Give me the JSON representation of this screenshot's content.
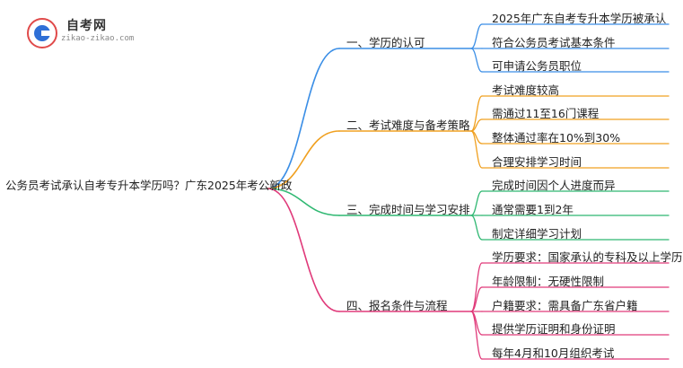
{
  "logo": {
    "title": "自考网",
    "url": "zikao-zikao.com"
  },
  "root": "公务员考试承认自考专升本学历吗？广东2025年考公新政",
  "colors": {
    "blue": "#3a8ee6",
    "orange": "#f0a020",
    "green": "#2fb872",
    "pink": "#e03a7a"
  },
  "branches": [
    {
      "label": "一、学历的认可",
      "color": "blue",
      "leaves": [
        "2025年广东自考专升本学历被承认",
        "符合公务员考试基本条件",
        "可申请公务员职位"
      ]
    },
    {
      "label": "二、考试难度与备考策略",
      "color": "orange",
      "leaves": [
        "考试难度较高",
        "需通过11至16门课程",
        "整体通过率在10%到30%",
        "合理安排学习时间"
      ]
    },
    {
      "label": "三、完成时间与学习安排",
      "color": "green",
      "leaves": [
        "完成时间因个人进度而异",
        "通常需要1到2年",
        "制定详细学习计划"
      ]
    },
    {
      "label": "四、报名条件与流程",
      "color": "pink",
      "leaves": [
        "学历要求：国家承认的专科及以上学历",
        "年龄限制：无硬性限制",
        "户籍要求：需具备广东省户籍",
        "提供学历证明和身份证明",
        "每年4月和10月组织考试"
      ]
    }
  ]
}
